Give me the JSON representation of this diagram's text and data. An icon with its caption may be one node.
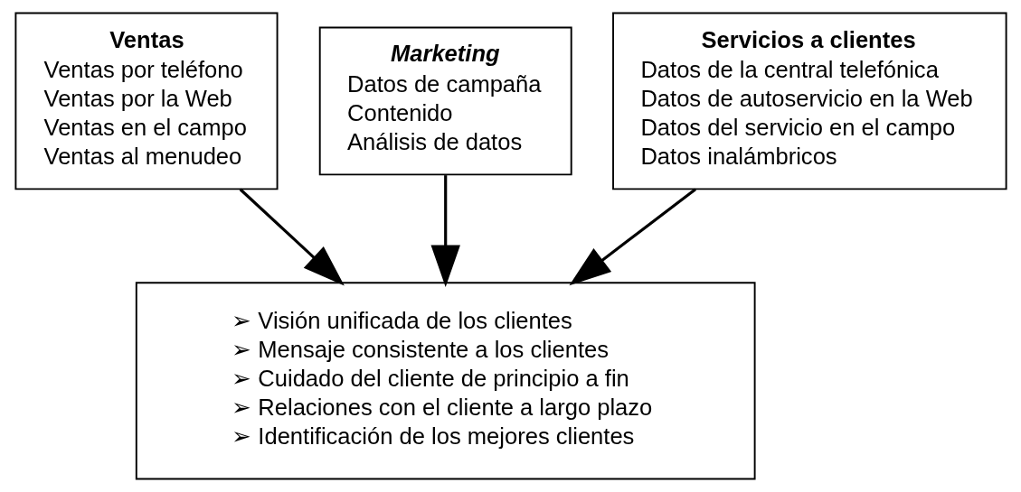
{
  "diagram": {
    "nodes": [
      {
        "text": [
          "Ventas",
          "Ventas por teléfono",
          "Ventas por la Web",
          "Ventas en el campo",
          "Ventas al menudeo"
        ]
      },
      {
        "text": [
          "Marketing",
          "Datos de campaña",
          "Contenido",
          "Análisis de datos"
        ]
      },
      {
        "text": [
          "Servicios a clientes",
          "Datos de la central telefónica",
          "Datos de autoservicio en la Web",
          "Datos del servicio en el campo",
          "Datos inalámbricos"
        ]
      },
      {
        "text": [
          "➢ Visión unificada de los clientes",
          "➢ Mensaje consistente a los clientes",
          "➢ Cuidado del cliente de principio a fin",
          "➢ Relaciones con el cliente a largo plazo",
          "➢ Identificación de los mejores clientes"
        ]
      }
    ],
    "edges": [
      {
        "from": 0,
        "to": 3,
        "arrow": "to"
      },
      {
        "from": 1,
        "to": 3,
        "arrow": "to"
      },
      {
        "from": 2,
        "to": 3,
        "arrow": "to"
      }
    ]
  }
}
